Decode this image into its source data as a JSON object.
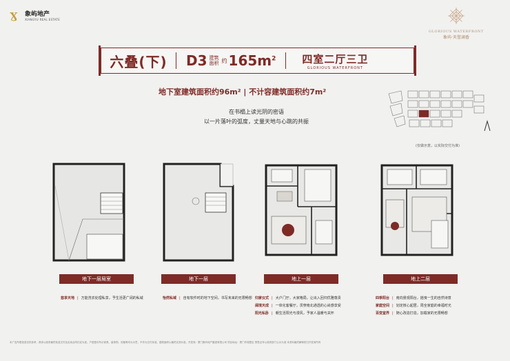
{
  "logo": {
    "name": "象屿地产",
    "sub": "XIANGYU REAL ESTATE"
  },
  "brand": {
    "en": "GLORIOUS WATERFRONT",
    "cn": "象屿·天誉澜香"
  },
  "title": {
    "name": "六叠(下)",
    "code": "D3",
    "area_label": "建筑面积",
    "area_suffix": "约",
    "area_value": "165m",
    "area_sup": "2",
    "rooms": "四室二厅三卫",
    "rooms_en": "GLORIOUS WATERFRONT"
  },
  "subtitle": "地下室建筑面积约96m²   |   不计容建筑面积约7m²",
  "slogan": [
    "在书榻上读光阴的密语",
    "以一片落叶的弧度，丈量天地与心跳的共振"
  ],
  "map_note": "(仅做示意，以实际交付为准)",
  "plans": [
    {
      "caption": "地下一层局室",
      "desc": [
        {
          "k": "悠享天地",
          "v": "万能洗衣处理私享，予生活更广阔的私域"
        }
      ]
    },
    {
      "caption": "地下一层",
      "desc": [
        {
          "k": "怡然私域",
          "v": "自有软件时的地下空间，书写未来的无限畅想"
        }
      ]
    },
    {
      "caption": "地上一层",
      "desc": [
        {
          "k": "归家仪式",
          "v": "大户门厅，大家格局，让出入回归优雅尊贵"
        },
        {
          "k": "阔境天成",
          "v": "一体化客餐厅，贯穿南北通透的心尚感享受"
        },
        {
          "k": "阳光私卧",
          "v": "朝生活阳光与漫风，予家人温暖与关怀"
        }
      ]
    },
    {
      "caption": "地上二层",
      "desc": [
        {
          "k": "四季阳台",
          "v": "南向景观阳台，摇曳一生的自然诗意"
        },
        {
          "k": "家庭空间",
          "v": "划定核心起居，周全家庭的幸福时光"
        },
        {
          "k": "百变室界",
          "v": "随心改造打造，加载家的无限畅想"
        }
      ]
    }
  ],
  "footer": "本广告所载信息仅供参考，具体以政府最终批准文件及买卖合同约定为准。户型图中所示家具、装饰物、设备等均为示意，不作为交付标准。建筑面积以最终实测为准。开发商：厦门象屿地产集团有限公司 项目地址：厦门市湖里区 预售证号以政府部门公示为准 本资料最终解释权归开发商所有"
}
